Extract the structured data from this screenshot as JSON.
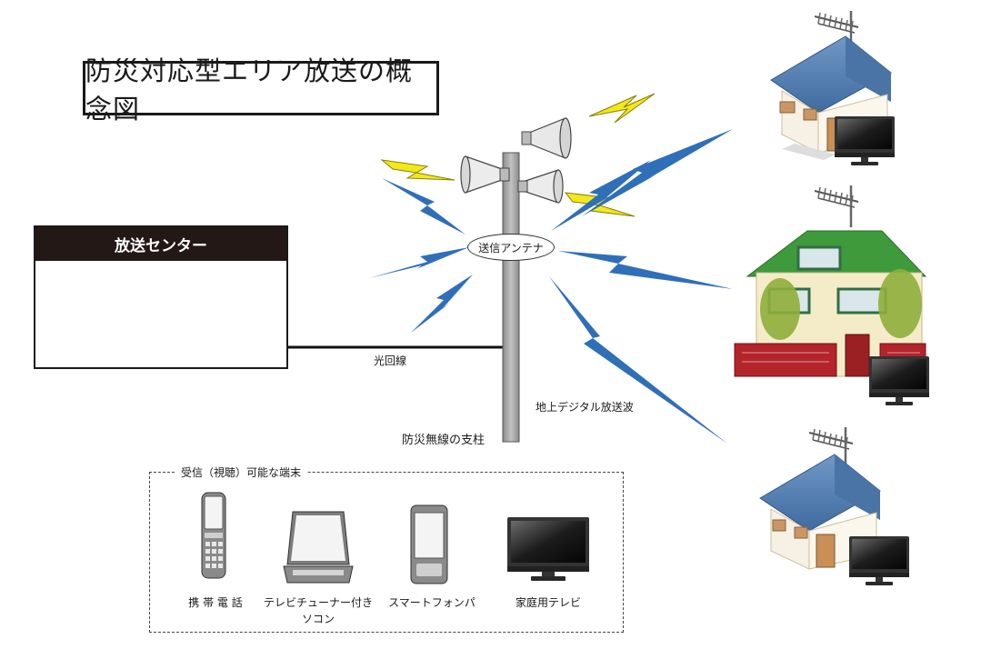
{
  "diagram": {
    "title": "防災対応型エリア放送の概念図",
    "broadcast_center": {
      "header": "放送センター"
    },
    "labels": {
      "fiber_line": "光回線",
      "tower": "防災無線の支柱",
      "antenna": "送信アンテナ",
      "digital_wave": "地上デジタル放送波"
    },
    "devices": {
      "title": "受信（視聴）可能な端末",
      "items": [
        {
          "label": "携 帯 電 話"
        },
        {
          "label": "テレビチューナー付き",
          "label2": "ソコン"
        },
        {
          "label": "スマートフォンパ"
        },
        {
          "label": "家庭用テレビ"
        }
      ]
    },
    "colors": {
      "title_border": "#1a1a1a",
      "header_bg": "#231815",
      "pole": "#a8a8a8",
      "wave_blue": "#2f6fb8",
      "bolt_yellow": "#f2e81e",
      "roof_blue": "#5b84b5",
      "roof_green": "#3f9a3c",
      "fence_red": "#b3242b"
    }
  }
}
